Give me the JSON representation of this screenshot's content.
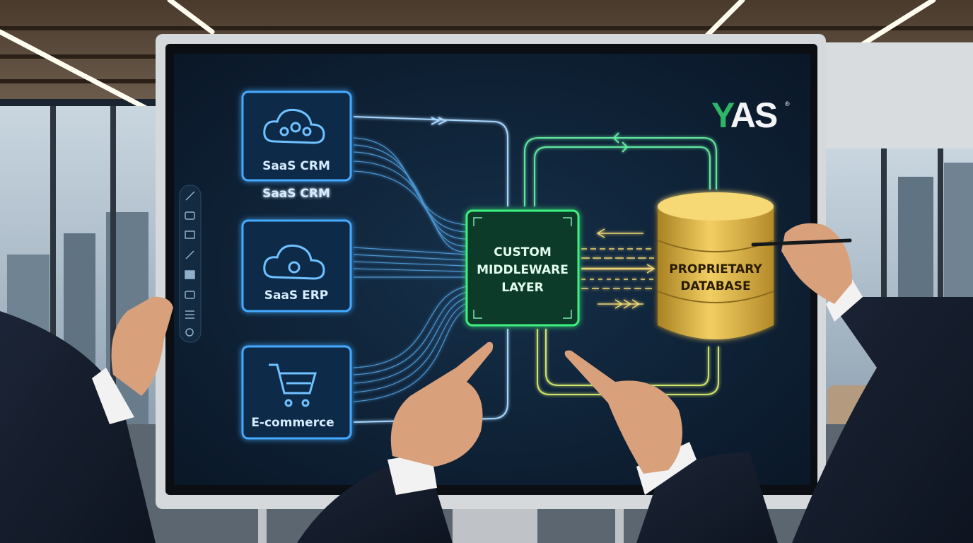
{
  "scene": {
    "logo": "YAS",
    "logo_mark": "®",
    "colors": {
      "screen_bg": "#0d1f33",
      "blue_glow": "#3fa8ff",
      "green_glow": "#39e07a",
      "gold": "#e2b640",
      "logo_green": "#2fb566",
      "logo_white": "#f2f4f6"
    }
  },
  "diagram": {
    "sources": [
      {
        "label": "SaaS CRM",
        "caption": "SaaS CRM",
        "icon": "cloud-people-icon"
      },
      {
        "label": "SaaS ERP",
        "icon": "cloud-gear-icon"
      },
      {
        "label": "E-commerce",
        "icon": "shopping-cart-icon"
      }
    ],
    "middleware": {
      "line1": "CUSTOM",
      "line2": "MIDDLEWARE",
      "line3": "LAYER"
    },
    "database": {
      "line1": "PROPRIETARY",
      "line2": "DATABASE"
    }
  }
}
